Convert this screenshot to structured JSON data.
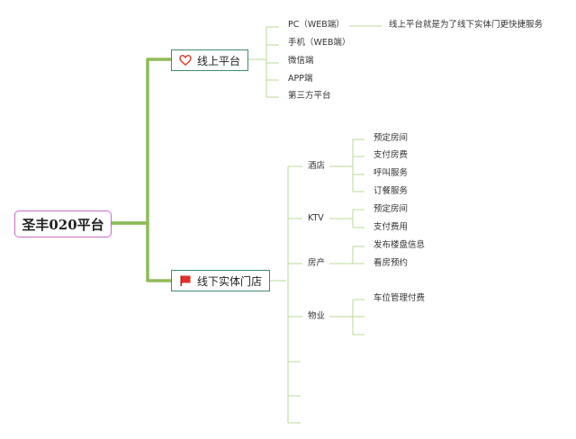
{
  "root": {
    "label": "圣丰020平台"
  },
  "online": {
    "label": "线上平台",
    "icon": "heart-icon",
    "items": [
      "PC（WEB端）",
      "手机（WEB端）",
      "微信端",
      "APP端",
      "第三方平台"
    ],
    "note": "线上平台就是为了线下实体门更快捷服务"
  },
  "offline": {
    "label": "线下实体门店",
    "icon": "red-flag-icon",
    "categories": [
      {
        "label": "酒店",
        "items": [
          "预定房间",
          "支付房费",
          "呼叫服务",
          "订餐服务"
        ]
      },
      {
        "label": "KTV",
        "items": [
          "预定房间",
          "支付费用"
        ]
      },
      {
        "label": "房产",
        "items": [
          "发布楼盘信息",
          "看房预约"
        ]
      },
      {
        "label": "物业",
        "items": [
          "车位管理付费"
        ]
      }
    ]
  },
  "colors": {
    "main_connector": "#8dbb5a",
    "connector": "#a6cf82",
    "thin_line": "#b9d99a",
    "root_border": "#c86bc8",
    "branch_border": "#3f8a6e",
    "heart": "#d9443a",
    "flag": "#e0302a"
  }
}
